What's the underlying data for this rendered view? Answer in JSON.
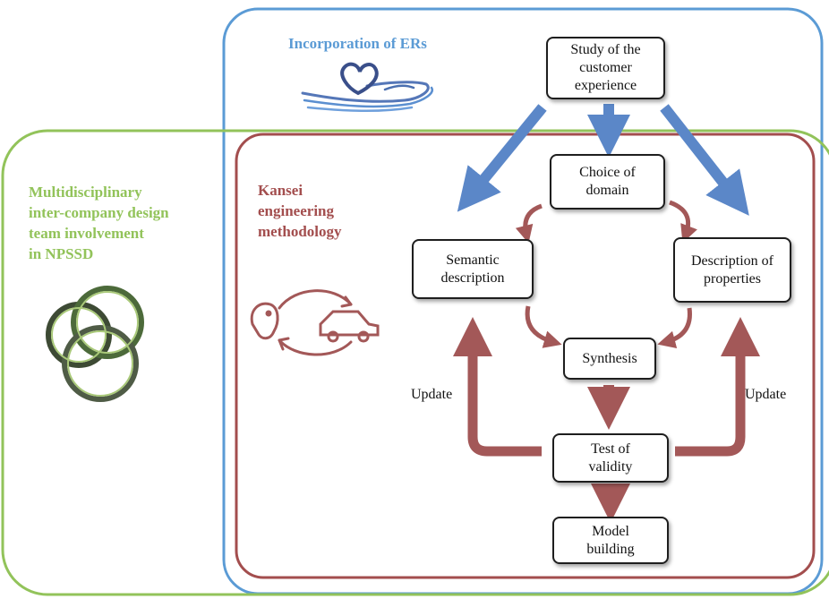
{
  "labels": {
    "ers": "Incorporation of ERs",
    "team": "Multidisciplinary\ninter-company design\nteam involvement\nin NPSSD",
    "kansei": "Kansei\nengineering\nmethodology"
  },
  "nodes": {
    "study": "Study of the\ncustomer\nexperience",
    "choice": "Choice of\ndomain",
    "semantic": "Semantic\ndescription",
    "properties": "Description of\nproperties",
    "synthesis": "Synthesis",
    "validity": "Test of\nvalidity",
    "model": "Model\nbuilding"
  },
  "update_left": "Update",
  "update_right": "Update",
  "colors": {
    "blue_frame": "#5b9bd5",
    "green_frame": "#92c35a",
    "red_frame": "#a34e4e",
    "blue_arrow": "#5b87c8",
    "red_arrow": "#a35858"
  },
  "icons": [
    "heart-hand-icon",
    "interlocking-rings-icon",
    "head-car-cycle-icon"
  ]
}
